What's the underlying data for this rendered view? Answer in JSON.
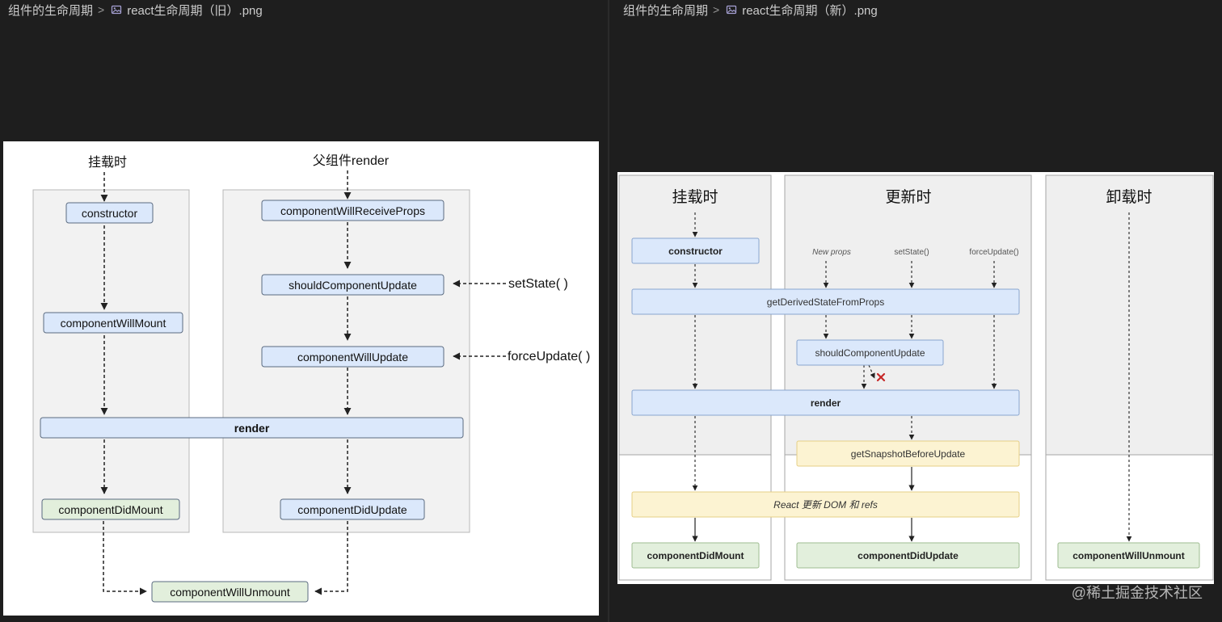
{
  "left_pane": {
    "breadcrumb": {
      "folder": "组件的生命周期",
      "separator": ">",
      "file": "react生命周期（旧）.png",
      "file_icon": "image-file-icon"
    },
    "diagram": {
      "mount_heading": "挂载时",
      "update_heading": "父组件render",
      "constructor": "constructor",
      "componentWillMount": "componentWillMount",
      "componentWillReceiveProps": "componentWillReceiveProps",
      "shouldComponentUpdate": "shouldComponentUpdate",
      "componentWillUpdate": "componentWillUpdate",
      "render": "render",
      "componentDidMount": "componentDidMount",
      "componentDidUpdate": "componentDidUpdate",
      "componentWillUnmount": "componentWillUnmount",
      "setState_label": "setState( )",
      "forceUpdate_label": "forceUpdate( )"
    }
  },
  "right_pane": {
    "breadcrumb": {
      "folder": "组件的生命周期",
      "separator": ">",
      "file": "react生命周期（新）.png",
      "file_icon": "image-file-icon"
    },
    "diagram": {
      "mount_heading": "挂载时",
      "update_heading": "更新时",
      "unmount_heading": "卸载时",
      "trigger_new_props": "New props",
      "trigger_set_state": "setState()",
      "trigger_force_update": "forceUpdate()",
      "constructor": "constructor",
      "getDerivedStateFromProps": "getDerivedStateFromProps",
      "shouldComponentUpdate": "shouldComponentUpdate",
      "render": "render",
      "getSnapshotBeforeUpdate": "getSnapshotBeforeUpdate",
      "react_updates_dom": "React 更新 DOM 和 refs",
      "componentDidMount": "componentDidMount",
      "componentDidUpdate": "componentDidUpdate",
      "componentWillUnmount": "componentWillUnmount"
    }
  },
  "watermark": "@稀土掘金技术社区",
  "colors": {
    "editor_bg": "#1e1e1e",
    "blue_box": "#dbe8fb",
    "green_box": "#e2efdc",
    "yellow_box": "#fcf3d2",
    "error_x": "#c62828"
  }
}
